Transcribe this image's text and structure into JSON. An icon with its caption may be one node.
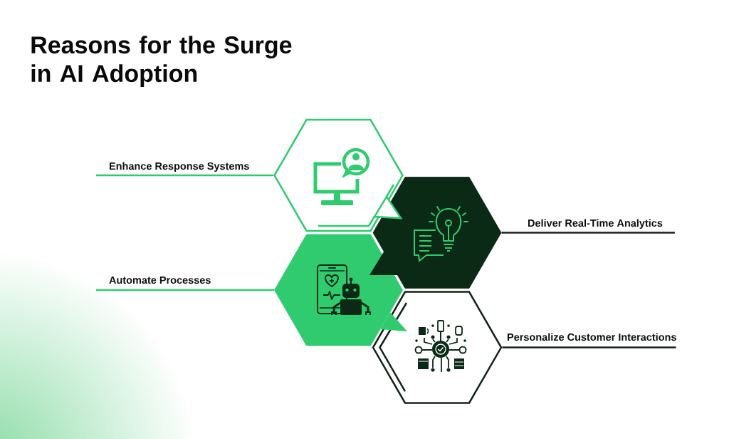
{
  "diagram": {
    "title": "Reasons for the Surge in AI Adoption",
    "nodes": [
      {
        "text": [
          "Enhance Response Systems"
        ]
      },
      {
        "text": [],
        "shape": "hexagon"
      },
      {
        "text": [
          "Deliver Real-Time Analytics"
        ]
      },
      {
        "text": [],
        "shape": "hexagon"
      },
      {
        "text": [
          "Automate Processes"
        ]
      },
      {
        "text": [],
        "shape": "hexagon"
      },
      {
        "text": [
          "Personalize Customer Interactions"
        ]
      },
      {
        "text": [],
        "shape": "hexagon"
      }
    ],
    "edges": [
      {
        "from": 0,
        "to": 1,
        "arrow": "none",
        "color": "#2fcb6e"
      },
      {
        "from": 2,
        "to": 3,
        "arrow": "none",
        "color": "#1a221d"
      },
      {
        "from": 4,
        "to": 5,
        "arrow": "none",
        "color": "#2fcb6e"
      },
      {
        "from": 6,
        "to": 7,
        "arrow": "none",
        "color": "#1a221d"
      }
    ]
  }
}
